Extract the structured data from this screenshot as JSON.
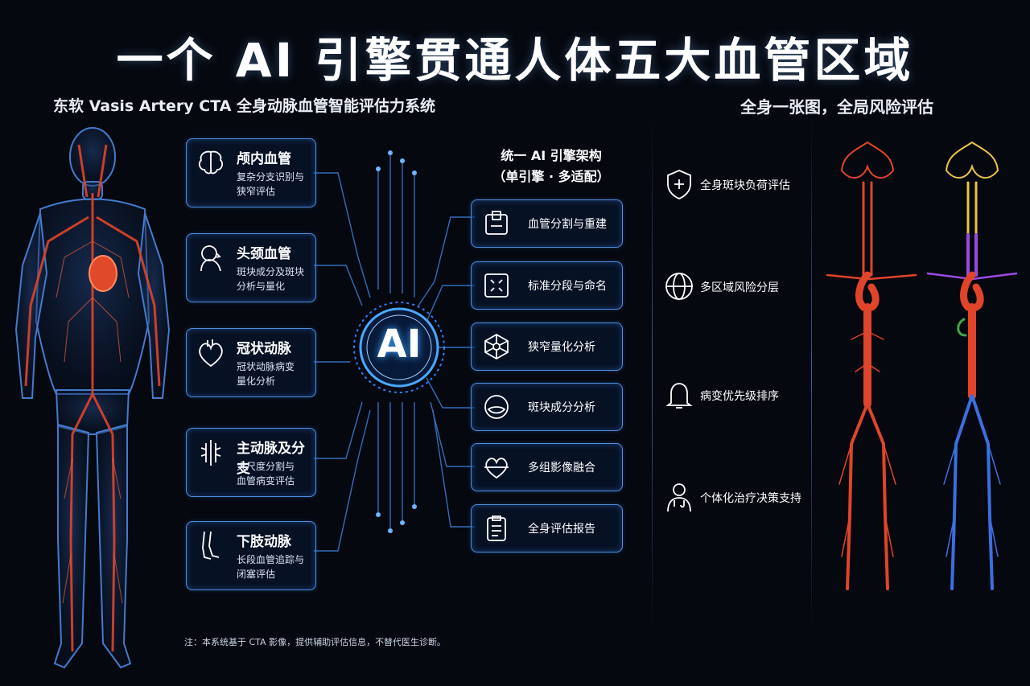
{
  "title": "一个 AI 引擎贯通人体五大血管区域",
  "subtitle_left": "东软 Vasis Artery CTA 全身动脉血管智能评估力系统",
  "subtitle_right": "全身一张图，全局风险评估",
  "ai_label": "AI",
  "architecture": {
    "line1": "统一 AI 引擎架构",
    "line2": "（单引擎 · 多适配）"
  },
  "regions": [
    {
      "title": "颅内血管",
      "desc1": "复杂分支识别与",
      "desc2": "狭窄评估",
      "icon": "brain-icon"
    },
    {
      "title": "头颈血管",
      "desc1": "斑块成分及斑块",
      "desc2": "分析与量化",
      "icon": "head-profile-icon"
    },
    {
      "title": "冠状动脉",
      "desc1": "冠状动脉病变",
      "desc2": "量化分析",
      "icon": "heart-icon"
    },
    {
      "title": "主动脉及分支",
      "desc1": "大尺度分割与",
      "desc2": "血管病变评估",
      "icon": "aorta-icon"
    },
    {
      "title": "下肢动脉",
      "desc1": "长段血管追踪与",
      "desc2": "闭塞评估",
      "icon": "legs-icon"
    }
  ],
  "capabilities": [
    {
      "label": "血管分割与重建",
      "icon": "segmentation-icon"
    },
    {
      "label": "标准分段与命名",
      "icon": "naming-icon"
    },
    {
      "label": "狭窄量化分析",
      "icon": "network-icon"
    },
    {
      "label": "斑块成分分析",
      "icon": "plaque-icon"
    },
    {
      "label": "多组影像融合",
      "icon": "fusion-heart-icon"
    },
    {
      "label": "全身评估报告",
      "icon": "report-icon"
    }
  ],
  "features": [
    {
      "label": "全身斑块负荷评估",
      "icon": "shield-plus-icon"
    },
    {
      "label": "多区域风险分层",
      "icon": "globe-icon"
    },
    {
      "label": "病变优先级排序",
      "icon": "bell-icon"
    },
    {
      "label": "个体化治疗决策支持",
      "icon": "doctor-icon"
    }
  ],
  "note": "注：本系统基于 CTA 影像，提供辅助评估信息，不替代医生诊断。",
  "colors": {
    "accent": "#4c8fe0",
    "artery": "#e0442a",
    "vein": "#3a6fe0",
    "background": "#05080f"
  }
}
